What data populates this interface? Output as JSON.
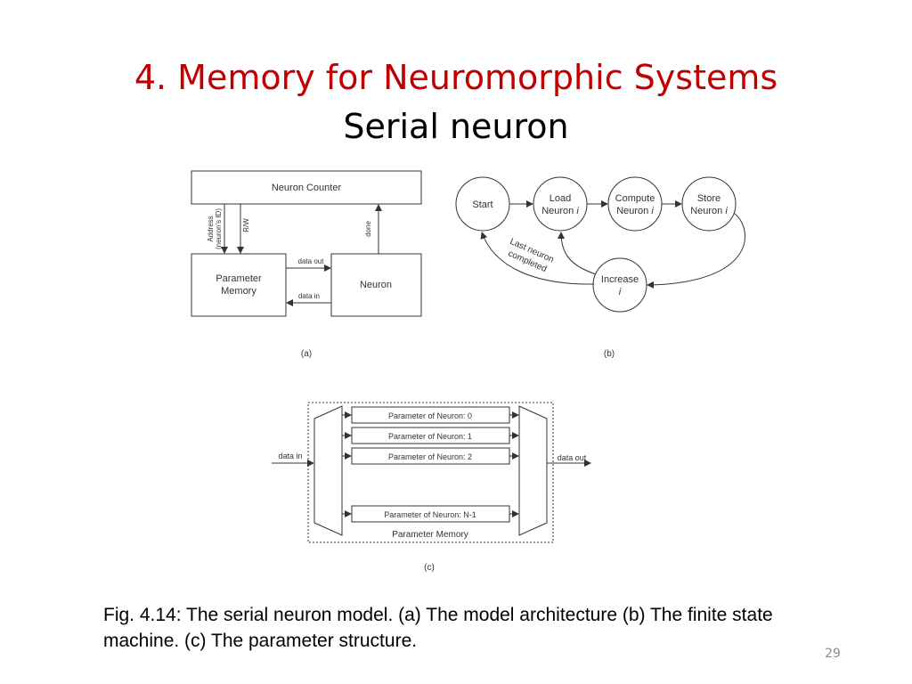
{
  "slide": {
    "title": "4. Memory for Neuromorphic Systems",
    "subtitle": "Serial neuron",
    "caption": "Fig. 4.14: The serial neuron model. (a) The model architecture (b) The finite state machine. (c) The parameter structure.",
    "page_number": "29"
  },
  "diagram_a": {
    "neuron_counter": "Neuron Counter",
    "address_line1": "Address",
    "address_line2": "(neuron's ID)",
    "rw": "R/W",
    "done": "done",
    "parameter_memory_line1": "Parameter",
    "parameter_memory_line2": "Memory",
    "neuron": "Neuron",
    "data_out": "data out",
    "data_in": "data in",
    "label": "(a)"
  },
  "diagram_b": {
    "start": "Start",
    "load_line1": "Load",
    "load_line2": "Neuron",
    "compute_line1": "Compute",
    "compute_line2": "Neuron",
    "store_line1": "Store",
    "store_line2": "Neuron",
    "index_var": "i",
    "increase_line1": "Increase",
    "increase_line2": "i",
    "last_line1": "Last neuron",
    "last_line2": "completed",
    "label": "(b)"
  },
  "diagram_c": {
    "param_0": "Parameter of Neuron: 0",
    "param_1": "Parameter of Neuron: 1",
    "param_2": "Parameter of Neuron: 2",
    "param_n": "Parameter of Neuron: N-1",
    "parameter_memory": "Parameter Memory",
    "data_in": "data in",
    "data_out": "data out",
    "label": "(c)"
  },
  "colors": {
    "title": "#c00000",
    "line": "#333333"
  }
}
